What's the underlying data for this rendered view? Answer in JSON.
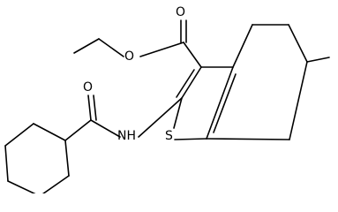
{
  "structure": {
    "atoms": {
      "carbonyl_oxygen_top": "O",
      "ester_oxygen": "O",
      "amide_oxygen": "O",
      "thiophene_sulfur": "S",
      "amide_nitrogen": "NH"
    }
  },
  "colors": {
    "bond": "#000000",
    "label": "#000000",
    "background": "#ffffff"
  }
}
